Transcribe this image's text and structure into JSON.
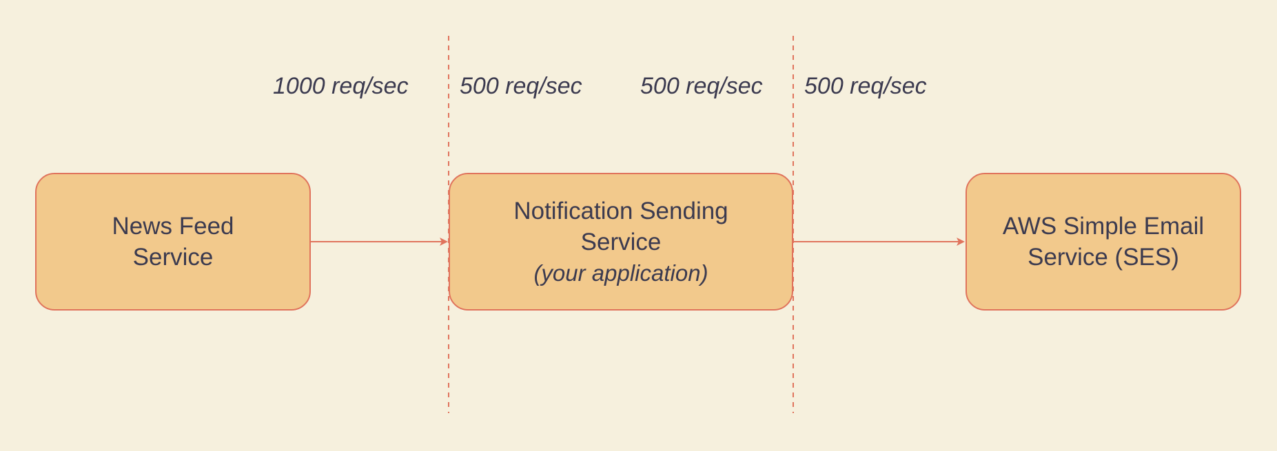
{
  "diagram": {
    "nodes": [
      {
        "id": "news-feed",
        "label_line1": "News Feed",
        "label_line2": "Service"
      },
      {
        "id": "notification",
        "label_line1": "Notification Sending",
        "label_line2": "Service",
        "sublabel": "(your application)"
      },
      {
        "id": "ses",
        "label_line1": "AWS Simple Email",
        "label_line2": "Service (SES)"
      }
    ],
    "rates": [
      "1000 req/sec",
      "500 req/sec",
      "500 req/sec",
      "500 req/sec"
    ],
    "edges": [
      {
        "from": "news-feed",
        "to": "notification"
      },
      {
        "from": "notification",
        "to": "ses"
      }
    ],
    "colors": {
      "background": "#f6f0dd",
      "node_fill": "#f2c98c",
      "node_border": "#e0735c",
      "connector": "#e0735c",
      "text": "#3b3a4f"
    }
  }
}
